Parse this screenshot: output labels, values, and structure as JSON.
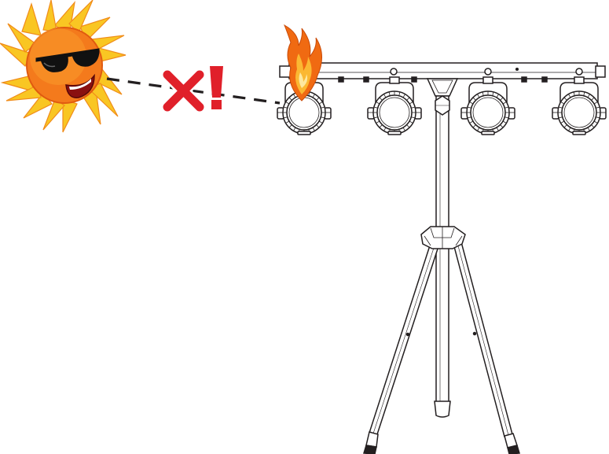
{
  "figure": {
    "warning_mark": "✕!",
    "elements": [
      {
        "role": "sun",
        "icon": "sun-with-sunglasses-icon"
      },
      {
        "role": "sight-line",
        "icon": "dashed-line"
      },
      {
        "role": "warning",
        "icon": "red-x-exclamation-icon"
      },
      {
        "role": "fire",
        "icon": "flame-icon"
      },
      {
        "role": "fixture",
        "icon": "light-bar-on-tripod"
      }
    ],
    "colors": {
      "warning": "#e0202a",
      "sun_core": "#f47a1c",
      "sun_rays": "#f9c623",
      "flame_outer": "#f06a12",
      "flame_inner": "#fbb832",
      "line": "#231f20",
      "fill": "#ffffff"
    },
    "fixture_head_count": 4
  }
}
